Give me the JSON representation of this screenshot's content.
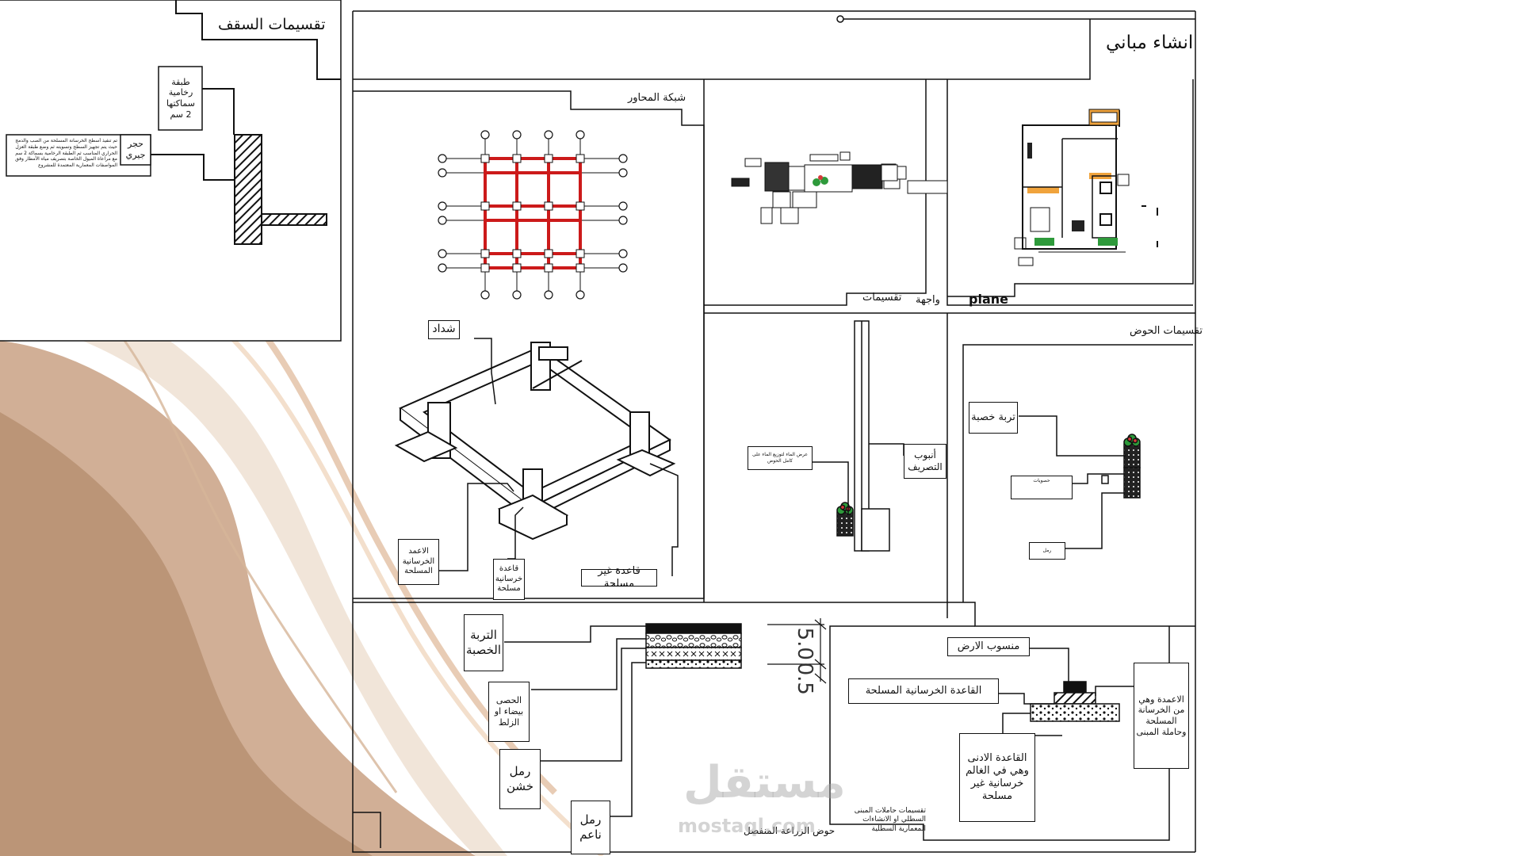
{
  "theme": {
    "accent_brown": "#c9a184",
    "accent_light": "#e8d3bf",
    "grid_red": "#cc1a1a",
    "plant_green": "#2e9a3b",
    "plant_red": "#d63a3a",
    "plan_orange": "#f0a33c"
  },
  "sheet": {
    "title": "انشاء مباني"
  },
  "roof_panel": {
    "title": "تقسيمات السقف",
    "marble_label": "طبقة رخامية سماكتها 2 سم",
    "limestone_label": "حجر جيري",
    "note_text": "تم تنفيذ أسطح الخرسانة المسلحة من الصب والدمج حيث يتم تجهيز السطح وتسويته ثم وضع طبقة العزل الحراري المناسب ثم الطبقة الرخامية بسماكة 2 سم مع مراعاة الميول الخاصة بتصريف مياه الأمطار وفق المواصفات المعمارية المعتمدة للمشروع"
  },
  "axes_panel": {
    "title": "شبكة المحاور",
    "tie_beam_label": "شداد",
    "columns_label": "الاعمد الخرسانية المسلحة",
    "footing_label": "قاعدة خرسانية مسلحة",
    "plain_footing_label": "قاعدة غير مسلحة"
  },
  "views": {
    "divisions_label": "تقسيمات",
    "facade_label": "واجهة",
    "plan_label": "plane"
  },
  "basin_panel": {
    "title": "تقسيمات الحوض",
    "drain_pipe_label": "أنبوب التصريف",
    "pipe_note": "عرض الماء لتوزيع الماء على كامل الحوض",
    "fertile_soil_label": "تربة خصبة",
    "note_1": "حصويات",
    "note_2": "رمل"
  },
  "layers_panel": {
    "fertile_soil_label": "التربة الخصبة",
    "gravel_label": "الحصى بيضاء او الزلط",
    "coarse_sand_label": "رمل خشن",
    "fine_sand_label": "رمل ناعم",
    "dim_1": "5.0",
    "dim_2": "0.5",
    "caption": "حوض الزراعة المنفصل"
  },
  "foundation_panel": {
    "ground_level_label": "منسوب الارض",
    "reinforced_footing_label": "القاعدة الخرسانية المسلحة",
    "columns_label": "الاعمدة وهي من الخرسانة المسلحة وحاملة المبنى",
    "lean_footing_label": "القاعدة الادنى وهي في الغالم خرسانية غير مسلحة",
    "caption": "تقسيمات حاملات المبنى السطلي او الانشاءات المعمارية السطلية"
  },
  "watermark": {
    "brand": "مستقل",
    "domain": "mostaql.com"
  }
}
